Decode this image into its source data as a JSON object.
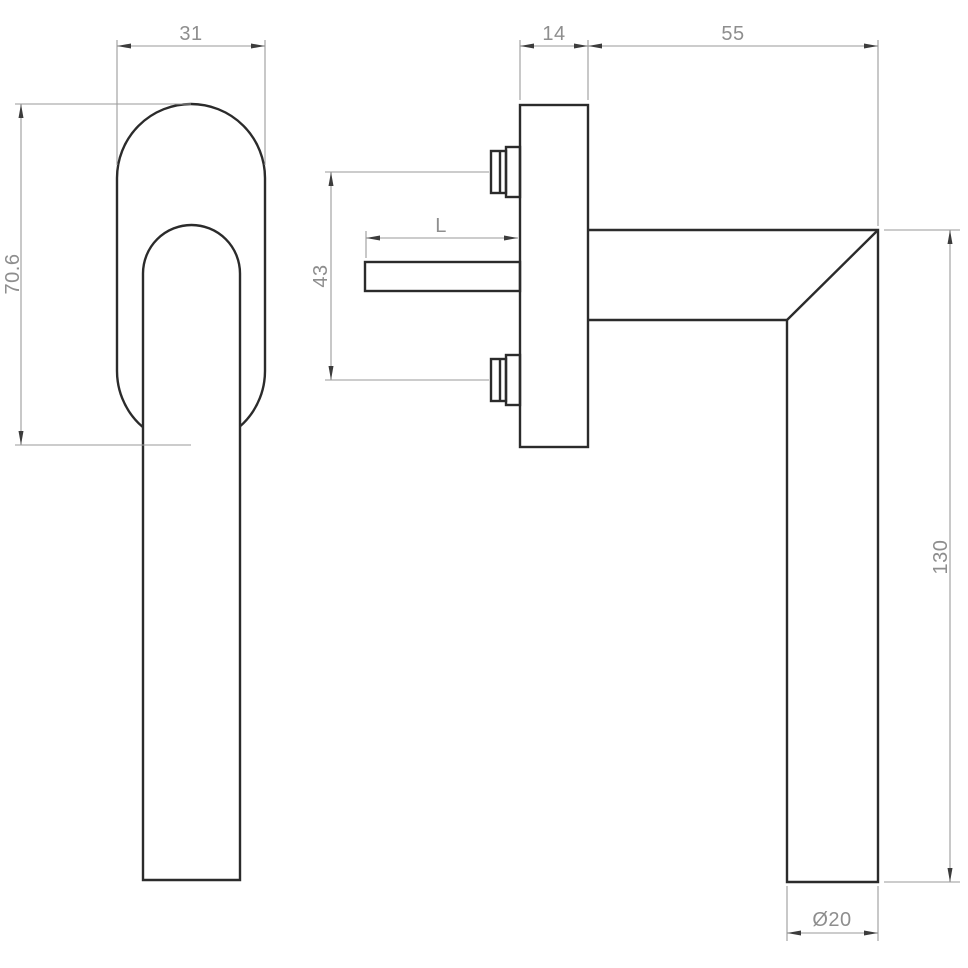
{
  "colors": {
    "bg": "#ffffff",
    "line": "#2b2b2b",
    "dim": "#9a9a9a",
    "arrow": "#3c3c3c",
    "textc": "#8e8e8e"
  },
  "dims": {
    "rosette_width": "31",
    "rosette_length": "70.6",
    "plate_thickness": "14",
    "neck_length": "55",
    "spindle_length": "L",
    "screw_spacing": "43",
    "grip_length": "130",
    "grip_diameter": "Ø20"
  }
}
